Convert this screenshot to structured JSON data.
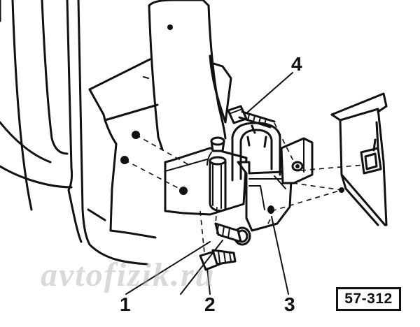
{
  "callouts": [
    "1",
    "2",
    "3",
    "4"
  ],
  "figure_code": "57-312",
  "watermark": "avtofizik.ru",
  "colors": {
    "ink": "#111111",
    "paper": "#ffffff",
    "watermark": "#aaaaaa"
  }
}
